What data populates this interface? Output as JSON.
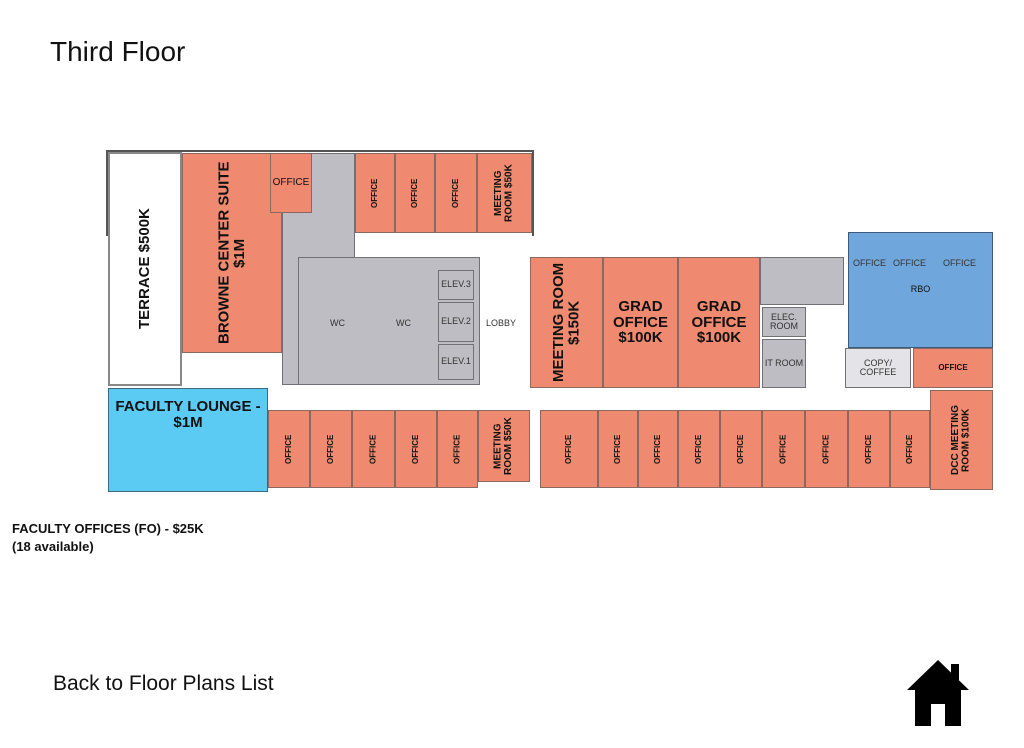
{
  "page_title": "Third Floor",
  "rooms": {
    "terrace": "TERRACE $500K",
    "browne": "BROWNE CENTER SUITE $1M",
    "office": "OFFICE",
    "meeting_50k": "MEETING ROOM $50K",
    "wc": "WC",
    "elev3": "ELEV.3",
    "elev2": "ELEV.2",
    "elev1": "ELEV.1",
    "lobby": "LOBBY",
    "meeting_150k": "MEETING ROOM $150K",
    "grad_office": "GRAD OFFICE $100K",
    "elec_room": "ELEC. ROOM",
    "it_room": "IT ROOM",
    "copy_coffee": "COPY/ COFFEE",
    "rbo": "RBO",
    "faculty_lounge": "FACULTY LOUNGE - $1M",
    "dcc_meeting": "DCC MEETING ROOM $100K"
  },
  "legend": {
    "line1": "FACULTY OFFICES (FO) - $25K",
    "line2": "(18 available)"
  },
  "back_link": "Back to Floor Plans List",
  "icons": {
    "home": "home-icon"
  },
  "colors": {
    "available": "#ef8a70",
    "lounge": "#5ccbf4",
    "occupied": "#6fa6dc",
    "common": "#bdbdc3"
  }
}
